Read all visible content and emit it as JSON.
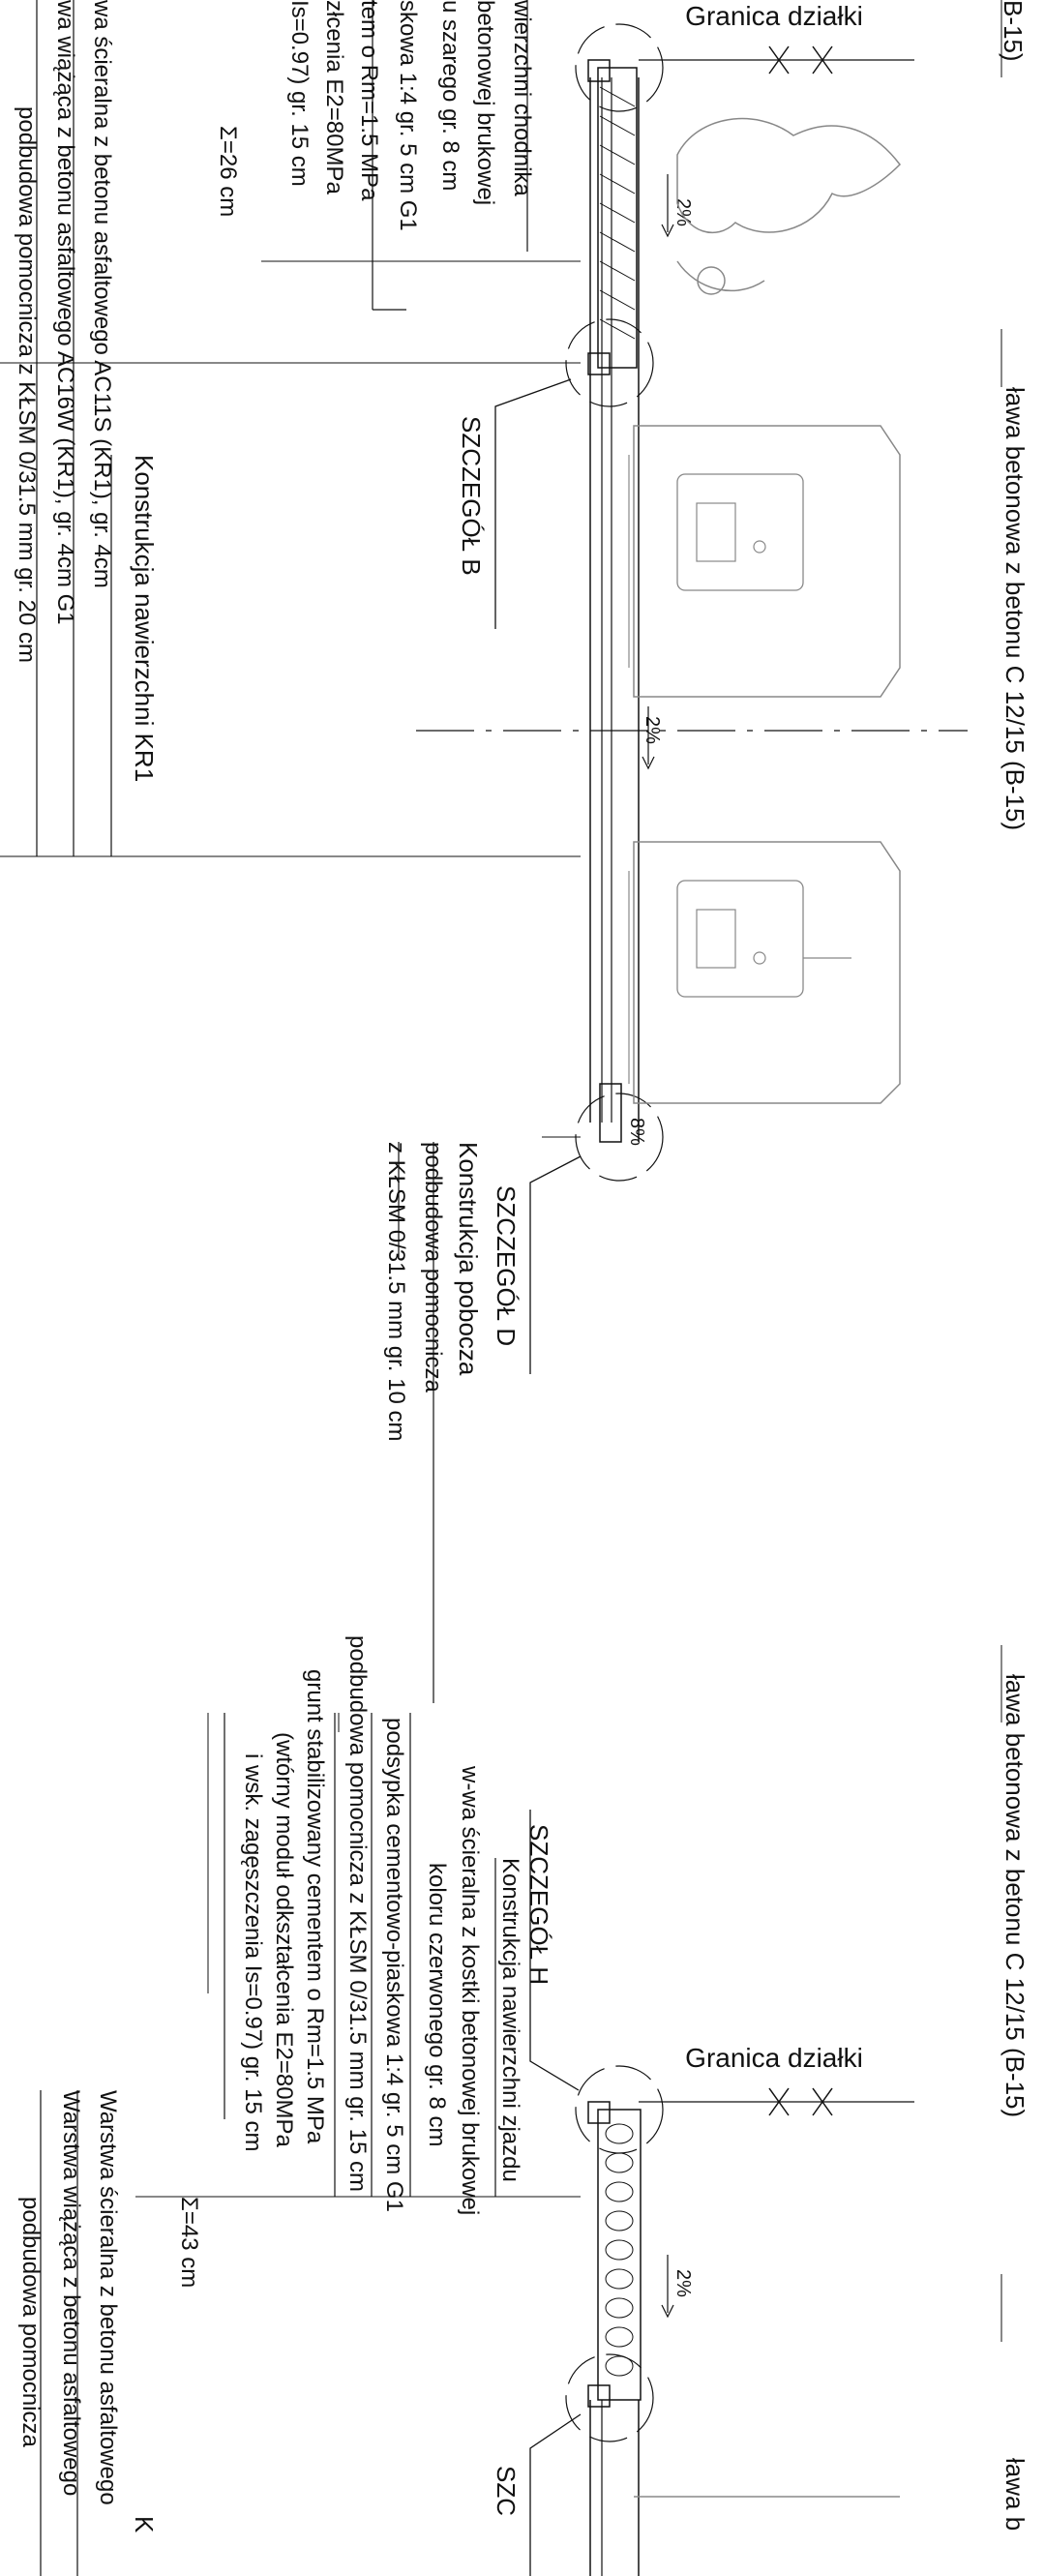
{
  "colors": {
    "ink": "#111111",
    "figure": "#9a9a9a",
    "hatch": "#333333"
  },
  "top_strip": {
    "top_cut": "B-15)",
    "plot_boundary": "Granica działki",
    "bench_text": "ława betonowa z betonu C 12/15 (B-15)",
    "slope_sidewalk": "2%",
    "slope_road": "2%",
    "slope_shoulder": "8%",
    "detail_b": "SZCZEGÓŁ B",
    "detail_d": "SZCZEGÓŁ D"
  },
  "sidewalk_layers": {
    "items": [
      "wierzchni chodnika",
      "betonowej brukowej",
      "u szarego gr. 8 cm",
      "skowa 1:4 gr. 5 cm G1",
      "tem o Rm=1.5 MPa",
      "złcenia E2=80MPa",
      "Is=0.97) gr. 15 cm"
    ],
    "sum": "Σ=26 cm"
  },
  "kr1_layers": {
    "title": "Konstrukcja nawierzchni KR1",
    "items": [
      "wa ścieralna z betonu asfaltowego AC11S (KR1), gr. 4cm",
      "wa wiążąca z betonu asfaltowego AC16W (KR1), gr. 4cm G1",
      "podbudowa pomocnicza z KŁSM 0/31.5 mm gr. 20 cm"
    ]
  },
  "shoulder_layers": {
    "title": "Konstrukcja pobocza",
    "items": [
      "podbudowa pomocnicza",
      "z KŁSM 0/31.5 mm gr. 10 cm"
    ]
  },
  "bottom_strip": {
    "bench_text": "ława betonowa z betonu C 12/15 (B-15)",
    "bench_text_cut": "ława b",
    "plot_boundary": "Granica działki",
    "slope": "2%",
    "detail_h": "SZCZEGÓŁ H",
    "detail_cut": "SZC"
  },
  "driveway_layers": {
    "title": "Konstrukcja nawierzchni zjazdu",
    "items": [
      "w-wa ścieralna z kostki betonowej brukowej",
      "koloru czerwonego gr. 8 cm",
      "podsypka cementowo-piaskowa 1:4 gr. 5 cm G1",
      "podbudowa pomocnicza z KŁSM 0/31.5 mm gr. 15 cm",
      "grunt stabilizowany cementem o Rm=1.5 MPa",
      "(wtórny moduł odkształcenia E2=80MPa",
      "i wsk. zagęszczenia Is=0.97) gr. 15 cm"
    ],
    "sum": "Σ=43 cm"
  },
  "kr1_bottom": {
    "title_cut": "K",
    "items": [
      "Warstwa ścieralna z betonu asfaltowego",
      "Warstwa wiążąca z betonu asfaltowego",
      "podbudowa pomocnicza"
    ]
  }
}
